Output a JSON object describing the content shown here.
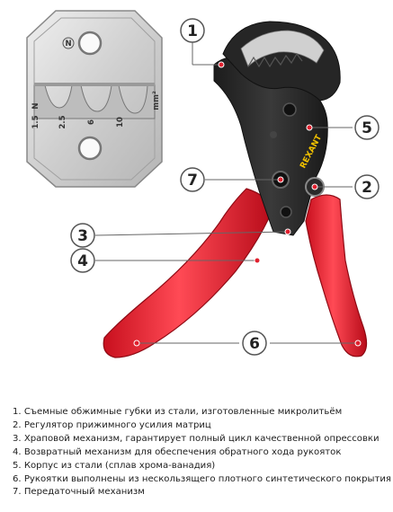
{
  "callouts": [
    {
      "num": "1"
    },
    {
      "num": "2"
    },
    {
      "num": "3"
    },
    {
      "num": "4"
    },
    {
      "num": "5"
    },
    {
      "num": "6"
    },
    {
      "num": "7"
    }
  ],
  "die": {
    "sizes": [
      "1.5",
      "2.5",
      "6",
      "10"
    ],
    "unit": "mm²",
    "symbol": "N"
  },
  "brand": "REXANT",
  "legend": [
    "1. Съемные обжимные губки из стали, изготовленные микролитьём",
    "2. Регулятор прижимного усилия матриц",
    "3. Храповой механизм, гарантирует полный цикл качественной опрессовки",
    "4. Возвратный механизм для обеспечения обратного хода рукояток",
    "5. Корпус из стали (сплав хрома-ванадия)",
    "6. Рукоятки выполнены из нескользящего плотного синтетического покрытия",
    "7. Передаточный механизм"
  ],
  "colors": {
    "accent": "#e0202e",
    "handle": "#e8283a",
    "steel": "#2b2b2b",
    "die": "#d9d9d9"
  }
}
